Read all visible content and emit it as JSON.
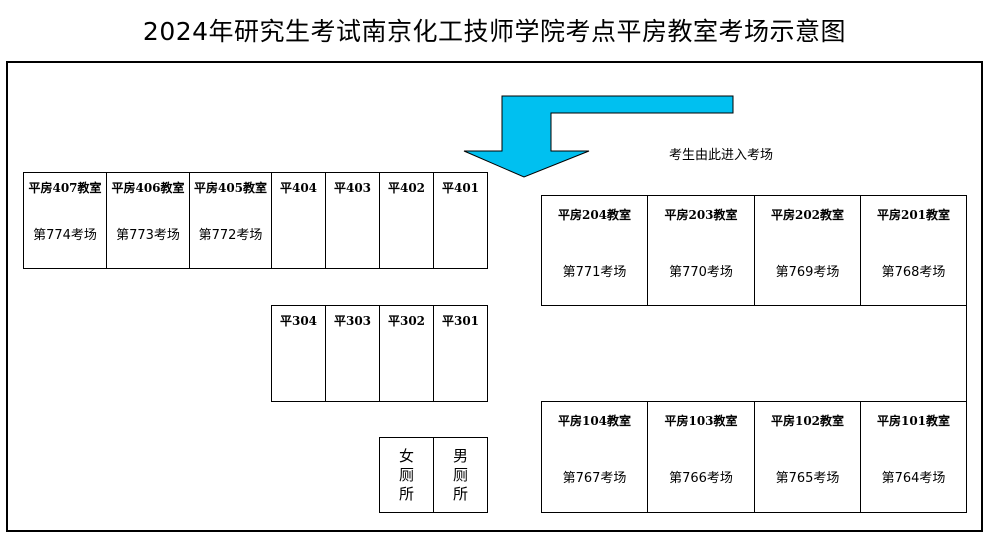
{
  "title": "2024年研究生考试南京化工技师学院考点平房教室考场示意图",
  "entry_label": "考生由此进入考场",
  "arrow_color": "#00c0f0",
  "rooms_row4": [
    {
      "name": "平房407教室",
      "exam": "第774考场"
    },
    {
      "name": "平房406教室",
      "exam": "第773考场"
    },
    {
      "name": "平房405教室",
      "exam": "第772考场"
    },
    {
      "name": "平404",
      "exam": ""
    },
    {
      "name": "平403",
      "exam": ""
    },
    {
      "name": "平402",
      "exam": ""
    },
    {
      "name": "平401",
      "exam": ""
    }
  ],
  "rooms_row3": [
    {
      "name": "平304"
    },
    {
      "name": "平303"
    },
    {
      "name": "平302"
    },
    {
      "name": "平301"
    }
  ],
  "rooms_row2": [
    {
      "name": "平房204教室",
      "exam": "第771考场"
    },
    {
      "name": "平房203教室",
      "exam": "第770考场"
    },
    {
      "name": "平房202教室",
      "exam": "第769考场"
    },
    {
      "name": "平房201教室",
      "exam": "第768考场"
    }
  ],
  "rooms_row1": [
    {
      "name": "平房104教室",
      "exam": "第767考场"
    },
    {
      "name": "平房103教室",
      "exam": "第766考场"
    },
    {
      "name": "平房102教室",
      "exam": "第765考场"
    },
    {
      "name": "平房101教室",
      "exam": "第764考场"
    }
  ],
  "toilets": {
    "female": [
      "女",
      "厕",
      "所"
    ],
    "male": [
      "男",
      "厕",
      "所"
    ]
  }
}
